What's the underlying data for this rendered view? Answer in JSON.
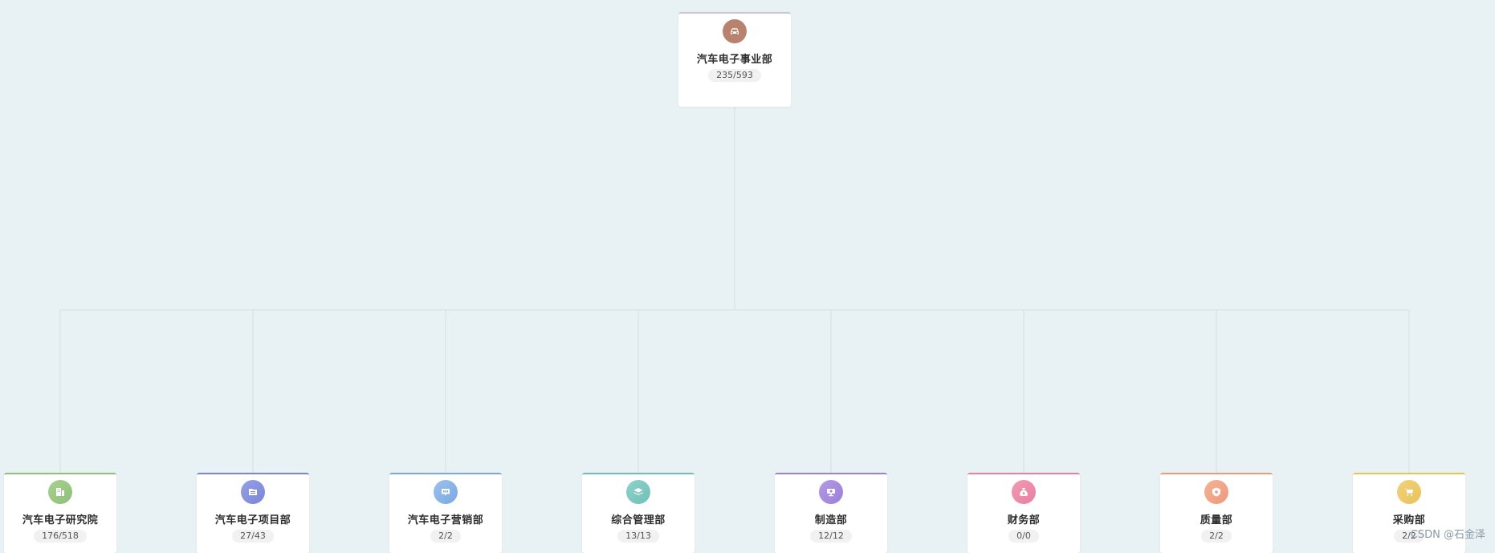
{
  "root": {
    "name": "汽车电子事业部",
    "count": "235/593",
    "color": "#b8826e",
    "icon": "car-icon"
  },
  "children": [
    {
      "name": "汽车电子研究院",
      "count": "176/518",
      "color": "#8fc07a",
      "icon": "building-icon"
    },
    {
      "name": "汽车电子项目部",
      "count": "27/43",
      "color": "#7a86d8",
      "icon": "folder-icon"
    },
    {
      "name": "汽车电子营销部",
      "count": "2/2",
      "color": "#7aa8e0",
      "icon": "chat-icon"
    },
    {
      "name": "综合管理部",
      "count": "13/13",
      "color": "#6fbfb8",
      "icon": "layers-icon"
    },
    {
      "name": "制造部",
      "count": "12/12",
      "color": "#9b7fd8",
      "icon": "machine-icon"
    },
    {
      "name": "财务部",
      "count": "0/0",
      "color": "#e87fa0",
      "icon": "money-bag-icon"
    },
    {
      "name": "质量部",
      "count": "2/2",
      "color": "#ee9a7a",
      "icon": "shield-icon"
    },
    {
      "name": "采购部",
      "count": "2/2",
      "color": "#e9c25a",
      "icon": "cart-icon"
    }
  ],
  "watermark": "CSDN @石金泽"
}
